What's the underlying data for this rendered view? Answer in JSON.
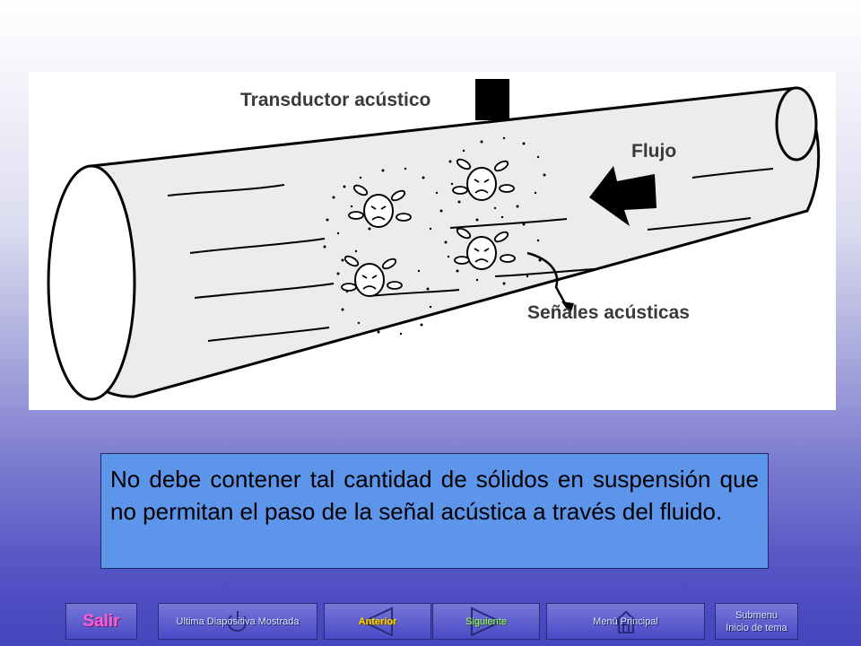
{
  "diagram": {
    "label_transducer": "Transductor acústico",
    "label_flow": "Flujo",
    "label_signals": "Señales acústicas"
  },
  "text_box": {
    "content": "No debe contener tal cantidad de sólidos en suspensión que no permitan el paso de la señal acústica a través del fluido."
  },
  "nav": {
    "salir": "Salir",
    "ultima": "Ultima Diapositiva Mostrada",
    "anterior": "Anterior",
    "siguiente": "Siguiente",
    "menu_principal": "Menú Principal",
    "submenu_line1": "Submenu",
    "submenu_line2": "Inicio de tema"
  }
}
